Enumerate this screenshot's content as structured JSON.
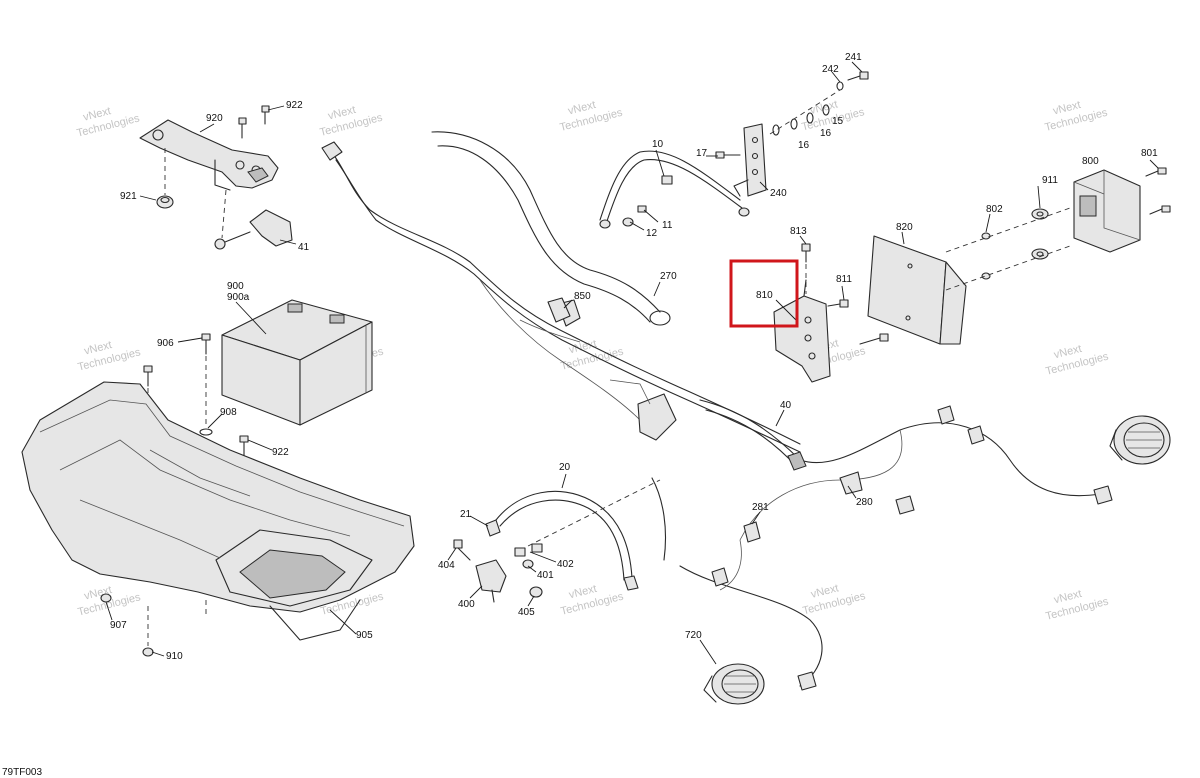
{
  "figure_code": "79TF003",
  "watermark": {
    "line1": "vNext",
    "line2": "Technologies"
  },
  "highlight_part": "810",
  "callouts": [
    "241",
    "242",
    "15",
    "16",
    "16",
    "920",
    "922",
    "10",
    "17",
    "921",
    "41",
    "11",
    "12",
    "240",
    "801",
    "800",
    "911",
    "802",
    "820",
    "813",
    "270",
    "900",
    "900a",
    "850",
    "810",
    "811",
    "906",
    "908",
    "922",
    "40",
    "20",
    "280",
    "21",
    "404",
    "402",
    "401",
    "400",
    "405",
    "281",
    "907",
    "905",
    "910",
    "720"
  ],
  "colors": {
    "highlight": "#d0161b",
    "line": "#2a2a2a",
    "fill": "#e6e6e6",
    "watermark": "#c4c4c4"
  }
}
